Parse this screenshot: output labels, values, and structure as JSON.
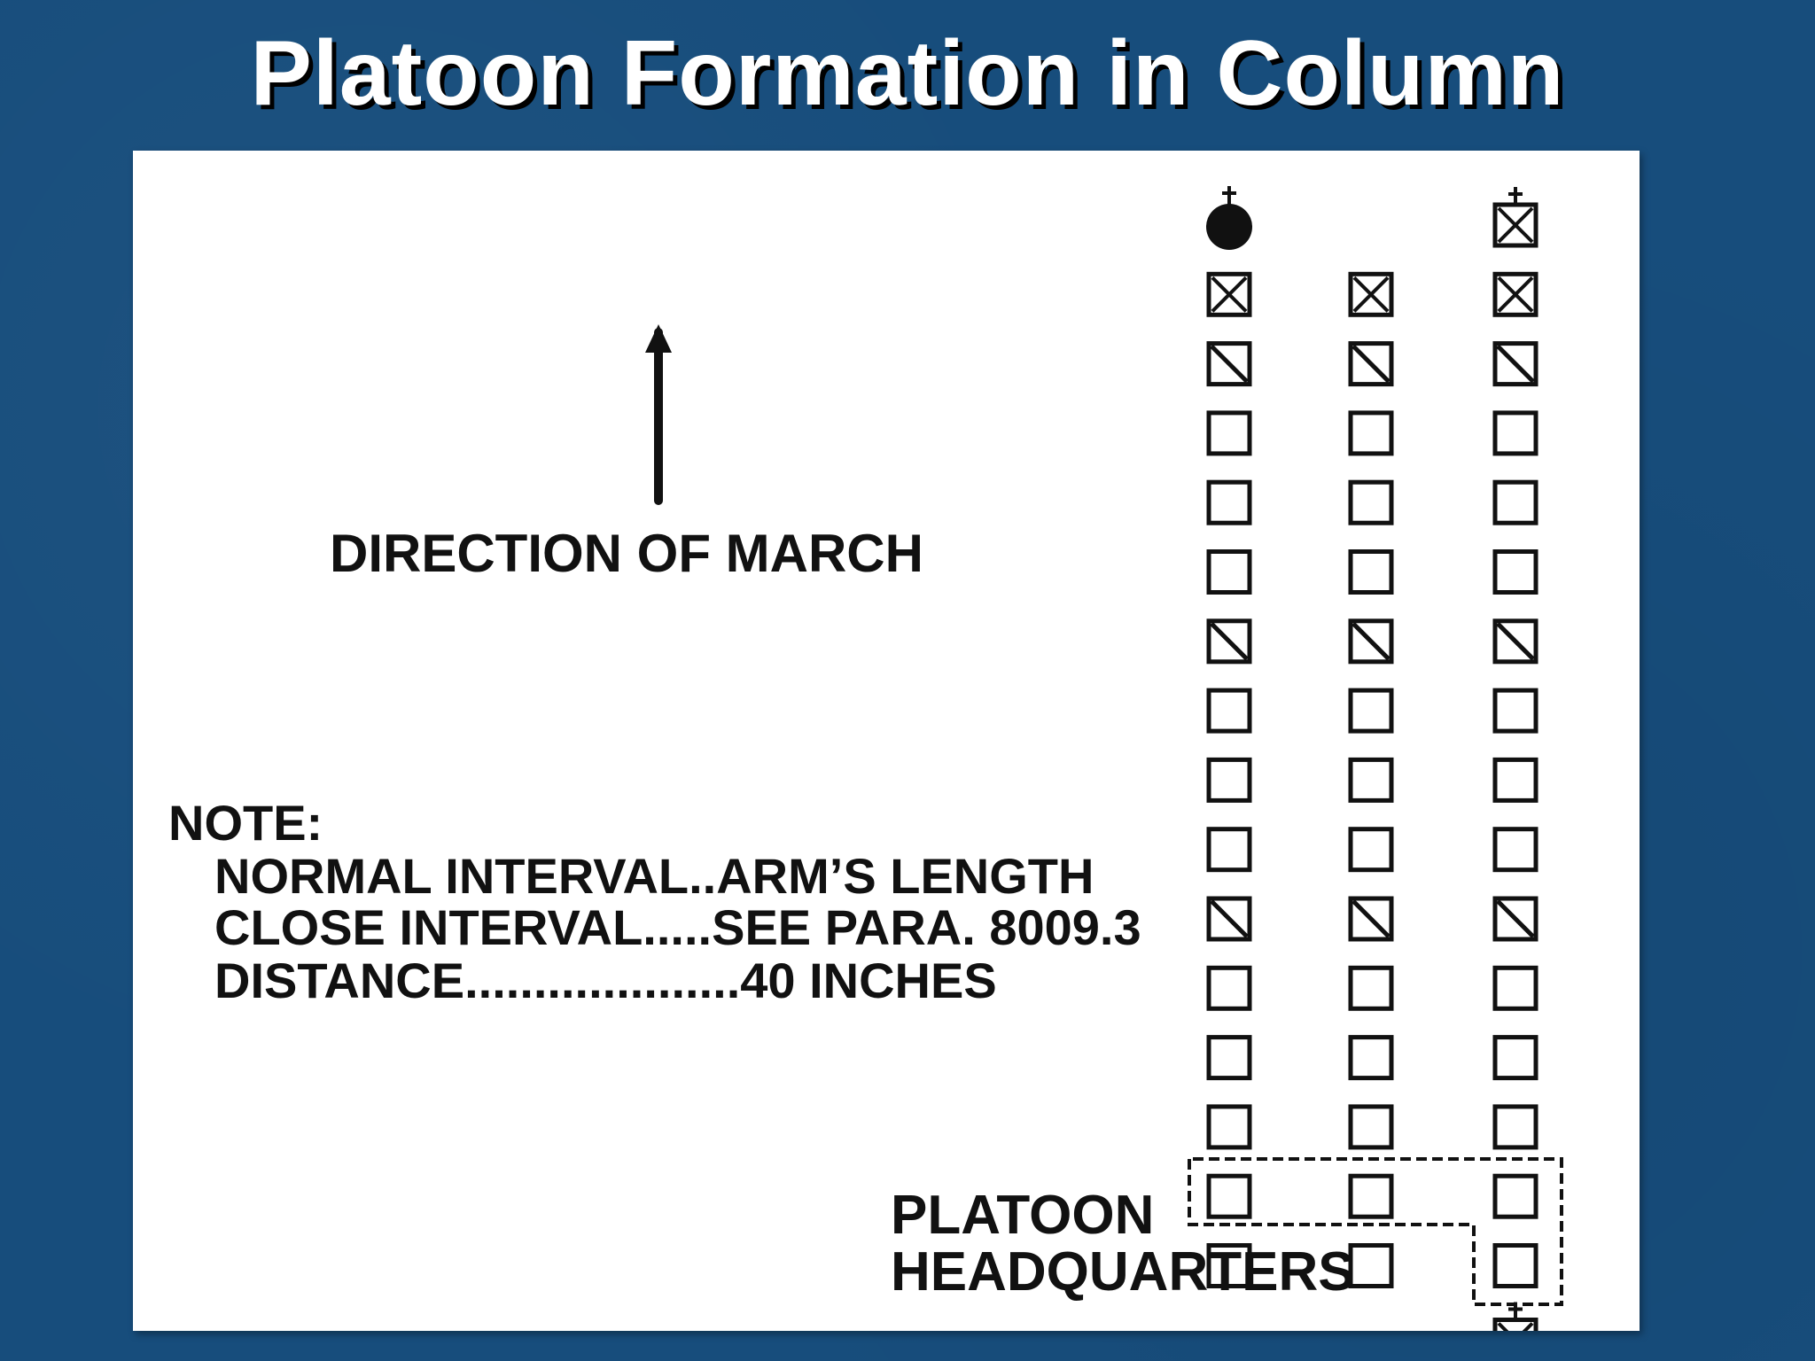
{
  "slide": {
    "title": "Platoon Formation in Column"
  },
  "diagram": {
    "direction_label": "DIRECTION OF MARCH",
    "note": {
      "heading": "NOTE:",
      "lines": [
        "NORMAL INTERVAL..ARM’S LENGTH",
        "CLOSE INTERVAL.....SEE PARA. 8009.3",
        "DISTANCE....................40 INCHES"
      ]
    },
    "headquarters_label": {
      "line1": "PLATOON",
      "line2": "HEADQUARTERS"
    },
    "legend_symbols": {
      "platoon_commander": "solid-circle-with-cross",
      "squad_leader": "square-with-x",
      "team_leader": "square-with-diagonal",
      "member": "open-square",
      "guide": "square-with-x-and-cross"
    },
    "formation": {
      "columns": 3,
      "rows": [
        [
          "platoon-commander",
          "empty",
          "guide"
        ],
        [
          "squad-leader",
          "squad-leader",
          "squad-leader"
        ],
        [
          "team-leader",
          "team-leader",
          "team-leader"
        ],
        [
          "member",
          "member",
          "member"
        ],
        [
          "member",
          "member",
          "member"
        ],
        [
          "member",
          "member",
          "member"
        ],
        [
          "team-leader",
          "team-leader",
          "team-leader"
        ],
        [
          "member",
          "member",
          "member"
        ],
        [
          "member",
          "member",
          "member"
        ],
        [
          "member",
          "member",
          "member"
        ],
        [
          "team-leader",
          "team-leader",
          "team-leader"
        ],
        [
          "member",
          "member",
          "member"
        ],
        [
          "member",
          "member",
          "member"
        ],
        [
          "member",
          "member",
          "member"
        ],
        [
          "member",
          "member",
          "member"
        ]
      ],
      "headquarters_member": "guide"
    }
  },
  "colors": {
    "background": "#174d7c",
    "title": "#ffffff",
    "panel": "#ffffff",
    "ink": "#111111"
  }
}
